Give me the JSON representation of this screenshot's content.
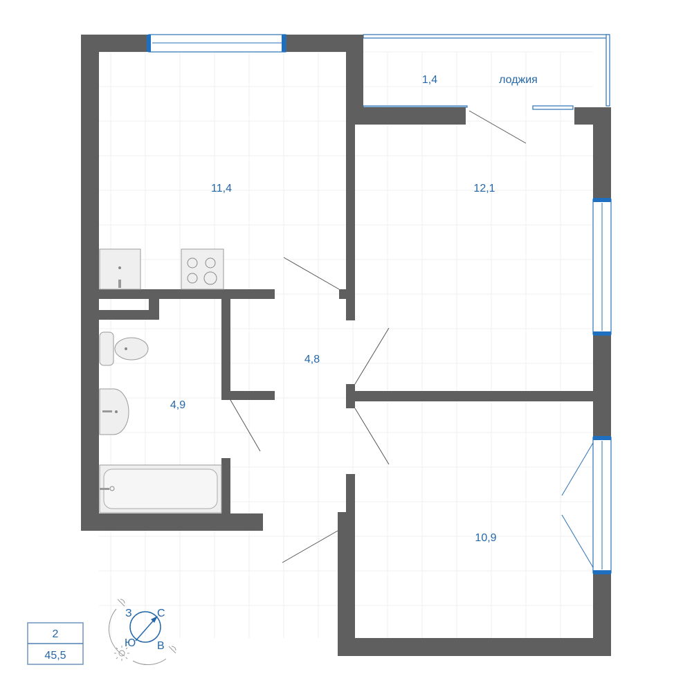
{
  "rooms": {
    "kitchen": "11,4",
    "room_top": "12,1",
    "hall": "4,8",
    "bathroom": "4,9",
    "room_bottom": "10,9",
    "loggia_area": "1,4",
    "loggia_label": "лоджия"
  },
  "summary": {
    "rooms_count": "2",
    "total_area": "45,5"
  },
  "compass": {
    "north": "С",
    "west": "З",
    "south": "Ю",
    "east": "В"
  },
  "colors": {
    "wall": "#5f5f5f",
    "accent": "#2467a8"
  }
}
